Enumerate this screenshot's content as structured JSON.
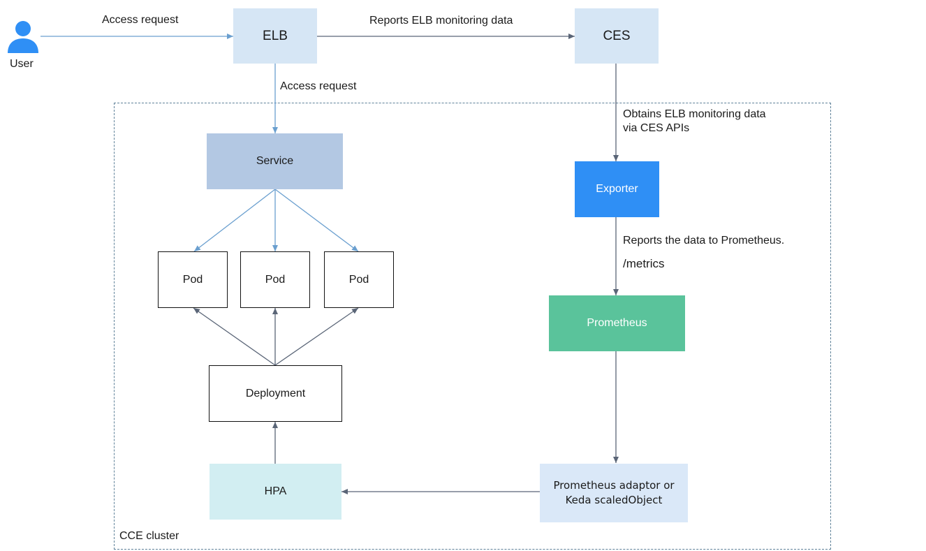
{
  "user": {
    "label": "User",
    "icon": "user-icon"
  },
  "nodes": {
    "elb": "ELB",
    "ces": "CES",
    "service": "Service",
    "pods": [
      "Pod",
      "Pod",
      "Pod"
    ],
    "deployment": "Deployment",
    "hpa": "HPA",
    "exporter": "Exporter",
    "prometheus": "Prometheus",
    "adaptor_line1": "Prometheus adaptor or",
    "adaptor_line2": "Keda scaledObject"
  },
  "edges": {
    "user_to_elb": "Access request",
    "elb_to_ces": "Reports ELB monitoring data",
    "elb_to_service": "Access request",
    "ces_to_exporter_line1": "Obtains ELB monitoring data",
    "ces_to_exporter_line2": "via CES APIs",
    "exporter_to_prometheus": "Reports the data to Prometheus.",
    "metrics_path": "/metrics"
  },
  "cluster": {
    "label": "CCE cluster"
  },
  "colors": {
    "elb_fill": "#d6e6f5",
    "ces_fill": "#d6e6f5",
    "service_fill": "#b3c8e3",
    "exporter_fill": "#2f8ff5",
    "prometheus_fill": "#5ac39b",
    "adaptor_fill": "#dae8f8",
    "hpa_fill": "#d2eef2",
    "user_icon": "#2f8ff5",
    "arrow_blue": "#6a9fcf",
    "arrow_dark": "#5a6577",
    "cluster_border": "#5d8098"
  }
}
